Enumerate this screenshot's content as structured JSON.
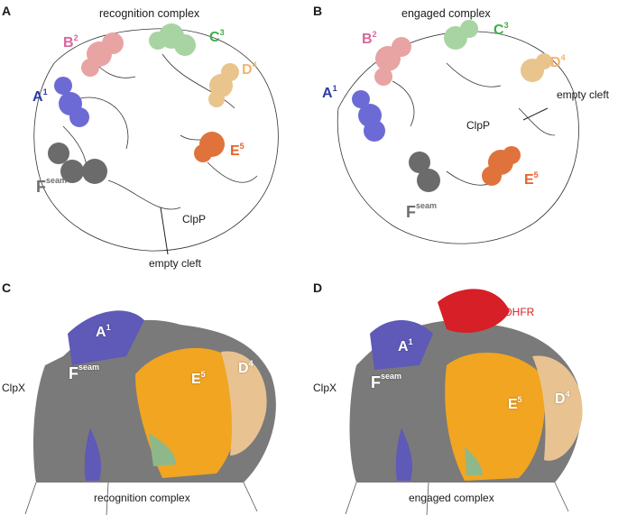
{
  "panels": {
    "A": {
      "letter": "A",
      "title": "recognition complex",
      "clpp_label": "ClpP",
      "cleft_label": "empty cleft"
    },
    "B": {
      "letter": "B",
      "title": "engaged complex",
      "clpp_label": "ClpP",
      "cleft_label": "empty cleft"
    },
    "C": {
      "letter": "C",
      "caption": "recognition complex",
      "clpx_label": "ClpX"
    },
    "D": {
      "letter": "D",
      "caption": "engaged complex",
      "clpx_label": "ClpX",
      "dhfr_label": "DHFR"
    }
  },
  "subunits": {
    "A": {
      "base": "A",
      "sup": "1",
      "color": "#2e3aa8",
      "fill": "#6c6bd6"
    },
    "B": {
      "base": "B",
      "sup": "2",
      "color": "#d9669b",
      "fill": "#e8a3a3"
    },
    "C": {
      "base": "C",
      "sup": "3",
      "color": "#3fae49",
      "fill": "#a8d4a3"
    },
    "D": {
      "base": "D",
      "sup": "4",
      "color": "#f5b36a",
      "fill": "#e9c48d"
    },
    "E": {
      "base": "E",
      "sup": "5",
      "color": "#e8622a",
      "fill": "#e0733c"
    },
    "F": {
      "base": "F",
      "sup": "seam",
      "color": "#6e6e6e",
      "fill": "#6b6b6b"
    }
  },
  "surface_colors": {
    "clpx_gray": "#7a7a7a",
    "orange": "#f2a520",
    "tan": "#e8c391",
    "purple": "#5f59b8",
    "dhfr_red": "#d61f26",
    "green": "#8fb88a"
  }
}
